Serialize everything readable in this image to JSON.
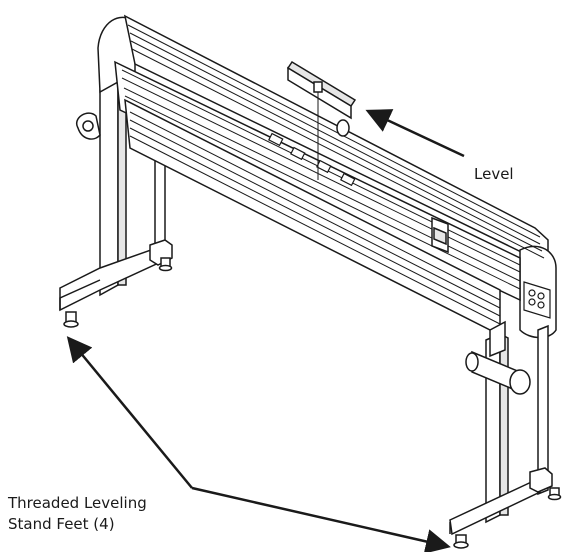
{
  "labels": {
    "level": "Level",
    "feet_line1": "Threaded Leveling",
    "feet_line2": "Stand Feet (4)"
  },
  "colors": {
    "line": "#1a1a1a",
    "fill": "#ffffff",
    "shade": "#e6e6e6"
  }
}
